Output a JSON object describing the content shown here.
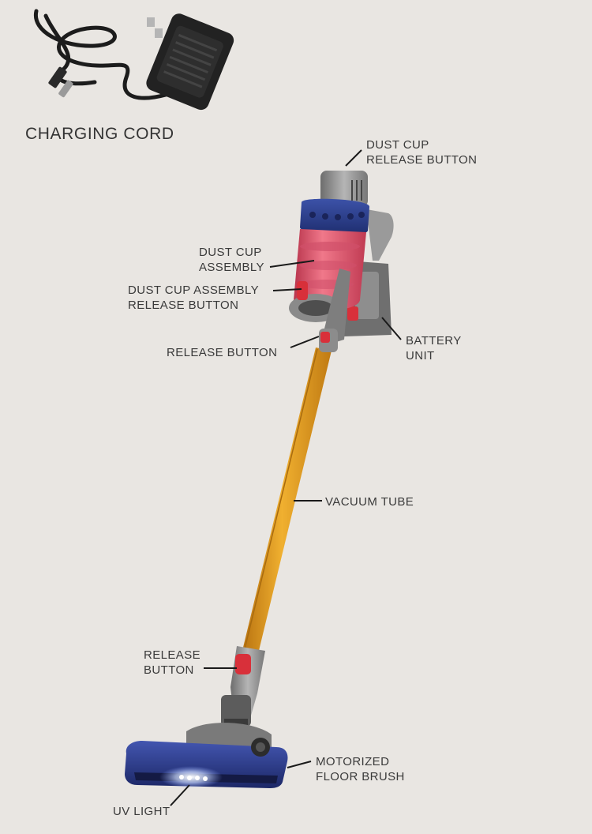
{
  "charger_label": "CHARGING CORD",
  "callouts": {
    "dust_cup_release": [
      "DUST CUP",
      "RELEASE BUTTON"
    ],
    "dust_cup_assembly": [
      "DUST CUP",
      "ASSEMBLY"
    ],
    "dust_cup_assembly_release": [
      "DUST CUP ASSEMBLY",
      "RELEASE BUTTON"
    ],
    "release_button_top": [
      "RELEASE BUTTON"
    ],
    "battery_unit": [
      "BATTERY",
      "UNIT"
    ],
    "vacuum_tube": [
      "VACUUM TUBE"
    ],
    "release_button_bottom": [
      "RELEASE",
      "BUTTON"
    ],
    "motorized_floor_brush": [
      "MOTORIZED",
      "FLOOR BRUSH"
    ],
    "uv_light": [
      "UV LIGHT"
    ]
  },
  "colors": {
    "background": "#e9e6e2",
    "tube": "#e09a1e",
    "motor_body": "#8c8c8c",
    "cyclone_band": "#2b3f8c",
    "dust_cup": "#e2556c",
    "brush_head": "#2c3a8a",
    "release_button": "#d8303a",
    "uv_light": "#dfe8ff"
  }
}
